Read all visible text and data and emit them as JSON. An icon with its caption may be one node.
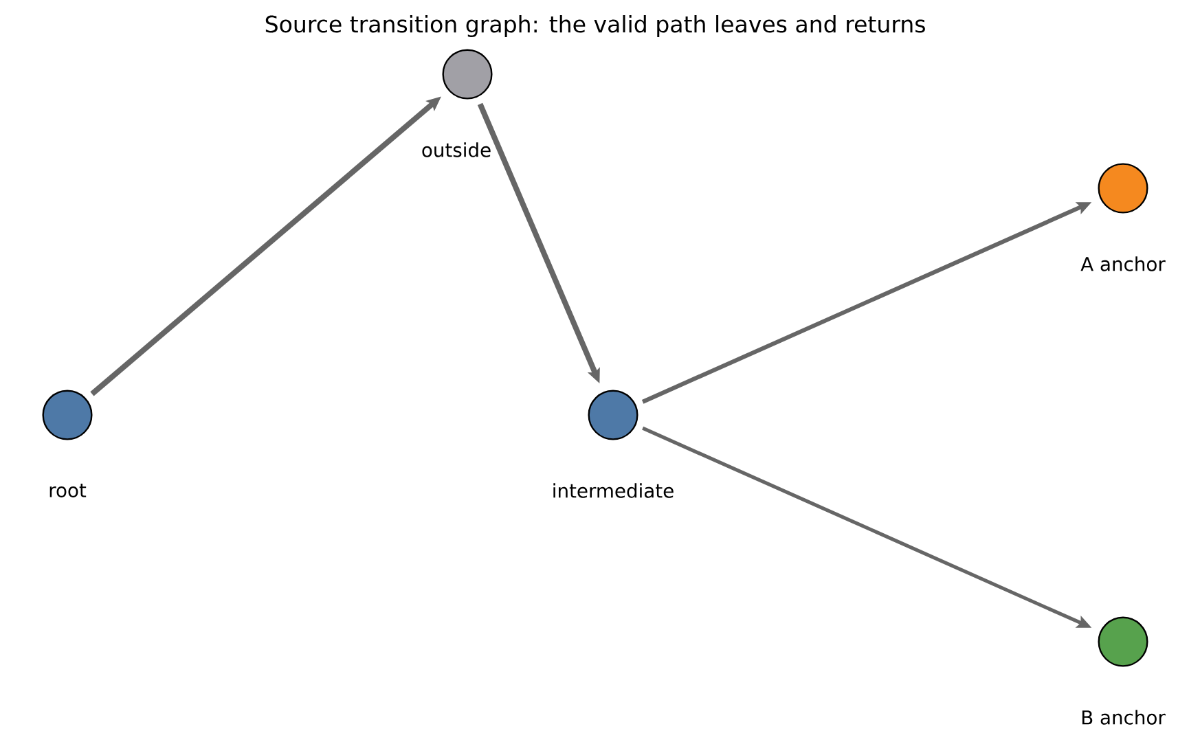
{
  "diagram": {
    "title": "Source transition graph: the valid path leaves and returns",
    "nodes": [
      {
        "text": [
          "root"
        ]
      },
      {
        "text": [
          "outside"
        ]
      },
      {
        "text": [
          "intermediate"
        ]
      },
      {
        "text": [
          "A anchor"
        ]
      },
      {
        "text": [
          "B anchor"
        ]
      }
    ],
    "edges": [
      {
        "from": 0,
        "to": 1,
        "arrow": "to"
      },
      {
        "from": 1,
        "to": 2,
        "arrow": "to"
      },
      {
        "from": 2,
        "to": 3,
        "arrow": "to"
      },
      {
        "from": 2,
        "to": 4,
        "arrow": "to"
      }
    ]
  }
}
